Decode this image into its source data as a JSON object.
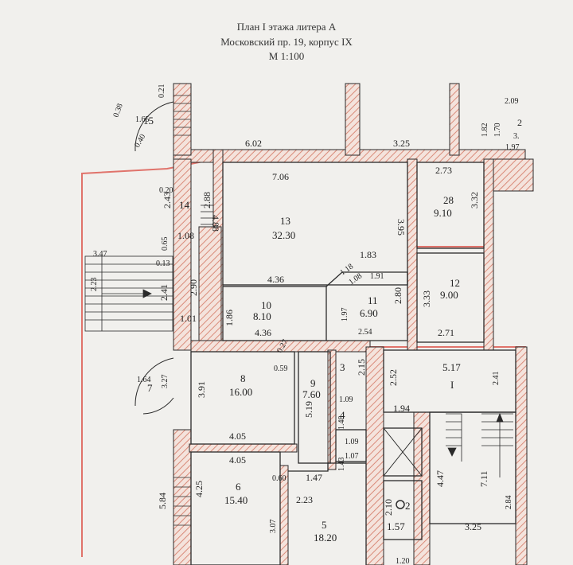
{
  "title": {
    "line1": "План I этажа литера А",
    "line2": "Московский пр. 19, корпус IX",
    "line3": "М 1:100"
  },
  "rooms": [
    {
      "num": "15",
      "area": "1.65"
    },
    {
      "num": "14",
      "area": "1.08"
    },
    {
      "num": "13",
      "area": "32.30"
    },
    {
      "num": "28",
      "area": "9.10"
    },
    {
      "num": "12",
      "area": "9.00"
    },
    {
      "num": "11",
      "area": "6.90"
    },
    {
      "num": "10",
      "area": "8.10"
    },
    {
      "num": "8",
      "area": "16.00"
    },
    {
      "num": "9",
      "area": "7.60"
    },
    {
      "num": "7",
      "area": "1.64"
    },
    {
      "num": "6",
      "area": "15.40"
    },
    {
      "num": "5",
      "area": "18.20"
    },
    {
      "num": "2",
      "area": "1.57"
    },
    {
      "num": "3",
      "area": ""
    },
    {
      "num": "4",
      "area": ""
    },
    {
      "num": "I",
      "area": "5.17"
    }
  ],
  "dims": {
    "d602": "6.02",
    "d325a": "3.25",
    "d706": "7.06",
    "d273": "2.73",
    "d332": "3.32",
    "d395": "3.95",
    "d488": "4.88",
    "d288": "2.88",
    "d243": "2.43",
    "d183": "1.83",
    "d118": "1.18",
    "d108a": "1.08",
    "d191": "1.91",
    "d436a": "4.36",
    "d333": "3.33",
    "d280": "2.80",
    "d197": "1.97",
    "d254": "2.54",
    "d271": "2.71",
    "d186": "1.86",
    "d101": "1.01",
    "d290": "2.90",
    "d241": "2.41",
    "d065": "0.65",
    "d013": "0.13",
    "d347": "3.47",
    "d223": "2.23",
    "d436b": "4.36",
    "d027": "0.27",
    "d059": "0.59",
    "d391": "3.91",
    "d327": "3.27",
    "d405a": "4.05",
    "d405b": "4.05",
    "d519": "5.19",
    "d215": "2.15",
    "d109a": "1.09",
    "d148": "1.48",
    "d109b": "1.09",
    "d107": "1.07",
    "d143": "1.43",
    "d060": "0.60",
    "d147": "1.47",
    "d223b": "2.23",
    "d425": "4.25",
    "d584": "5.84",
    "d307": "3.07",
    "d252": "2.52",
    "d241b": "2.41",
    "d194": "1.94",
    "d447": "4.47",
    "d711": "7.11",
    "d284": "2.84",
    "d210": "2.10",
    "d325b": "3.25",
    "d209": "2.09",
    "d182": "1.82",
    "d170": "1.70",
    "d197b": "1.97",
    "d021": "0.21",
    "d038": "0.38",
    "d040": "0.40",
    "d020": "0.20",
    "d120": "1.20",
    "d3x": "3.",
    "d2x": "2"
  },
  "colors": {
    "wall_hatch": "#d98b7a",
    "red_outline": "#e0736b",
    "line": "#2a2a2a"
  }
}
